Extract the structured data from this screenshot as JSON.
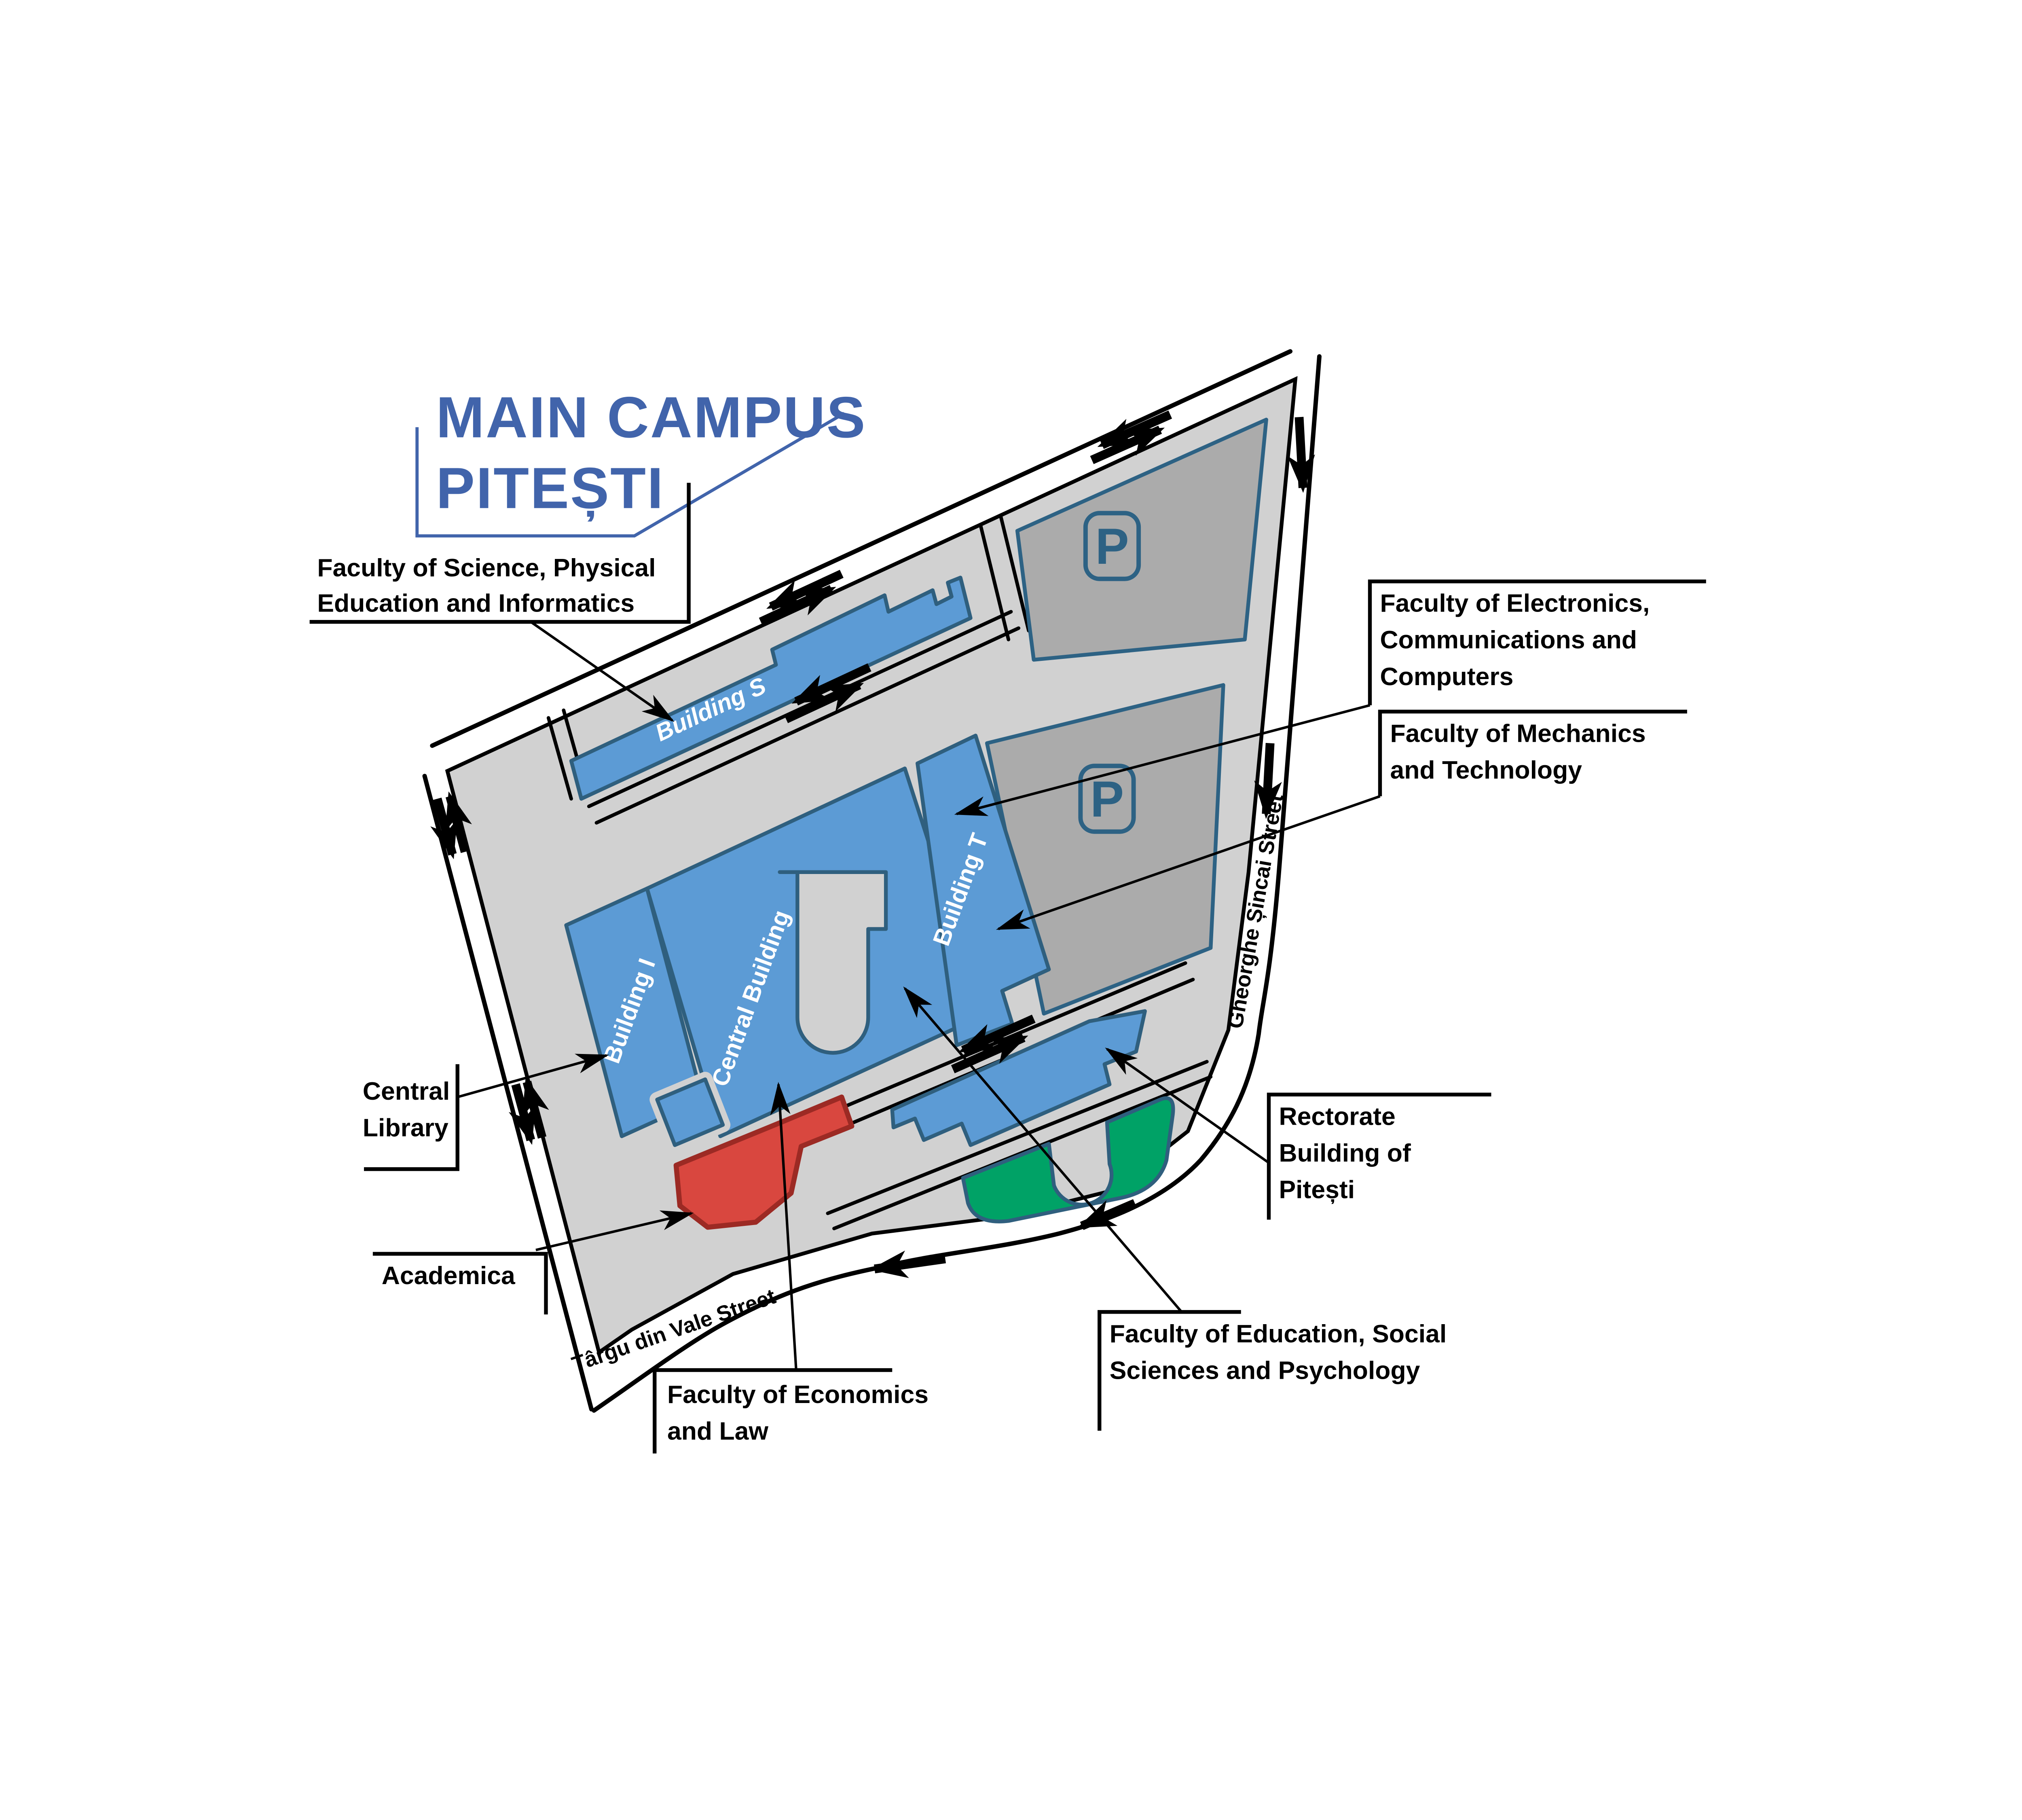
{
  "title": {
    "line1": "MAIN CAMPUS",
    "line2": "PITEȘTI"
  },
  "map_labels": {
    "building_s": "Building S",
    "building_i": "Building I",
    "central_building": "Central Building",
    "building_t": "Building T",
    "parking_symbol": "P",
    "street_right": "Gheorghe Șincai Street",
    "street_bottom": "Târgu din Vale Street"
  },
  "callouts": {
    "science": {
      "lines": [
        "Faculty of Science, Physical",
        "Education and Informatics"
      ]
    },
    "electronics": {
      "lines": [
        "Faculty of Electronics,",
        "Communications and",
        "Computers"
      ]
    },
    "mechanics": {
      "lines": [
        "Faculty of Mechanics",
        "and Technology"
      ]
    },
    "library": {
      "lines": [
        "Central",
        "Library"
      ]
    },
    "rectorate": {
      "lines": [
        "Rectorate",
        "Building of",
        "Pitești"
      ]
    },
    "academica": {
      "lines": [
        "Academica"
      ]
    },
    "education": {
      "lines": [
        "Faculty of Education, Social",
        "Sciences and Psychology"
      ]
    },
    "economics": {
      "lines": [
        "Faculty of Economics",
        "and Law"
      ]
    }
  },
  "colors": {
    "building_fill": "#5c9bd5",
    "building_border": "#2f5f7e",
    "parking_fill": "#ababab",
    "parking_border": "#2d6284",
    "campus_ground": "#d1d1d1",
    "green_area": "#00a266",
    "academica_fill": "#d9473f",
    "academica_border": "#9c2a24",
    "title_blue": "#4164ab",
    "road_lines": "#000000"
  }
}
